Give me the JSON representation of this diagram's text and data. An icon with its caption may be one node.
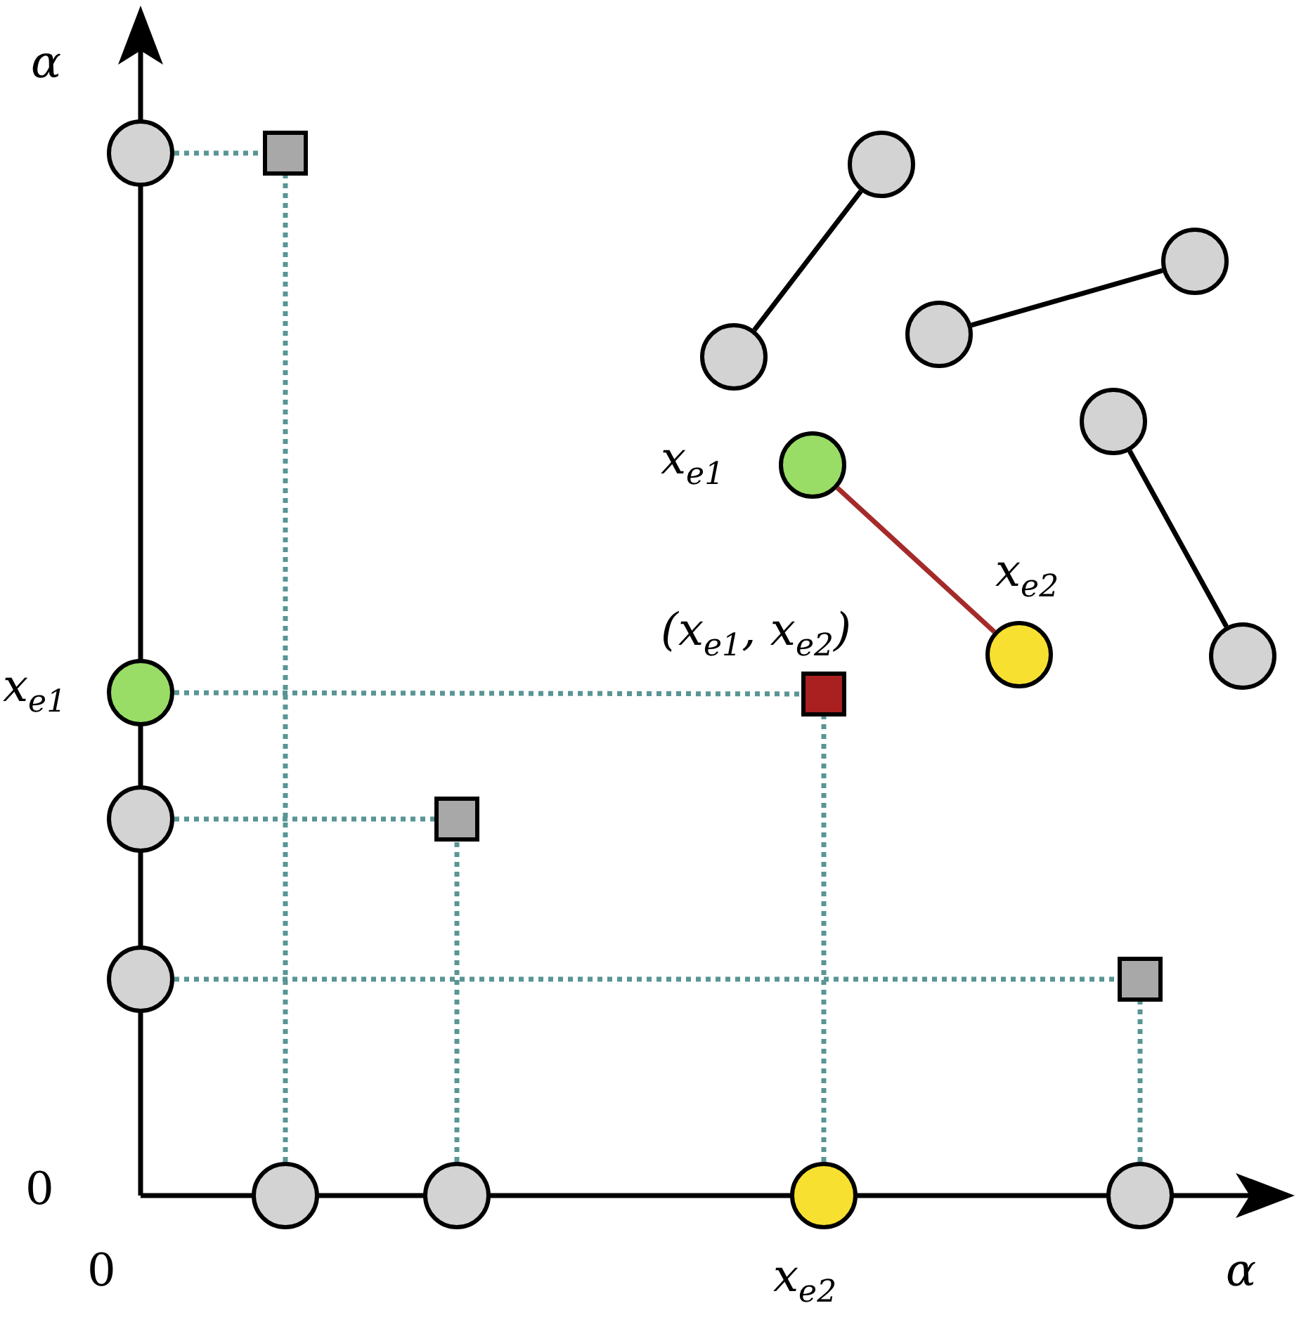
{
  "diagram": {
    "nodes": [
      {
        "text": [],
        "shape": "circle"
      },
      {
        "text": [],
        "shape": "box"
      },
      {
        "text": [],
        "shape": "circle"
      },
      {
        "text": [],
        "shape": "circle"
      },
      {
        "text": [],
        "shape": "circle"
      },
      {
        "text": [],
        "shape": "circle"
      },
      {
        "text": [],
        "shape": "circle"
      },
      {
        "text": [],
        "shape": "circle",
        "beside": [
          "x$_{e1}$"
        ]
      },
      {
        "text": [],
        "shape": "circle",
        "beside": [
          "x$_{e2}$"
        ]
      },
      {
        "text": [],
        "shape": "circle"
      },
      {
        "text": [],
        "shape": "circle",
        "beside": [
          "x$_{e1}$"
        ]
      },
      {
        "text": [],
        "shape": "box",
        "beside": [
          "(x$_{e1}$, x$_{e2}$)"
        ]
      },
      {
        "text": [],
        "shape": "circle"
      },
      {
        "text": [],
        "shape": "box"
      },
      {
        "text": [],
        "shape": "circle"
      },
      {
        "text": [],
        "shape": "box"
      },
      {
        "text": [],
        "shape": "circle"
      },
      {
        "text": [],
        "shape": "circle"
      },
      {
        "text": [],
        "shape": "circle",
        "beside": [
          "x$_{e2}$"
        ]
      },
      {
        "text": [],
        "shape": "circle"
      }
    ],
    "edges": [
      {
        "from": 2,
        "to": 5,
        "arrow": "none",
        "color": "#000000"
      },
      {
        "from": 4,
        "to": 3,
        "arrow": "none",
        "color": "#000000"
      },
      {
        "from": 6,
        "to": 9,
        "arrow": "none",
        "color": "#000000"
      },
      {
        "from": 7,
        "to": 8,
        "arrow": "none",
        "color": "#a52a2a"
      },
      {
        "from": 0,
        "to": 1,
        "arrow": "none",
        "style": "dashed"
      },
      {
        "from": 16,
        "to": 1,
        "arrow": "none",
        "style": "dashed"
      },
      {
        "from": 10,
        "to": 11,
        "arrow": "none",
        "style": "dashed"
      },
      {
        "from": 18,
        "to": 11,
        "arrow": "none",
        "style": "dashed"
      },
      {
        "from": 12,
        "to": 13,
        "arrow": "none",
        "style": "dashed"
      },
      {
        "from": 17,
        "to": 13,
        "arrow": "none",
        "style": "dashed"
      },
      {
        "from": 14,
        "to": 15,
        "arrow": "none",
        "style": "dashed"
      },
      {
        "from": 19,
        "to": 15,
        "arrow": "none",
        "style": "dashed"
      }
    ],
    "labels": [
      "α",
      "0",
      "0",
      "α"
    ]
  }
}
